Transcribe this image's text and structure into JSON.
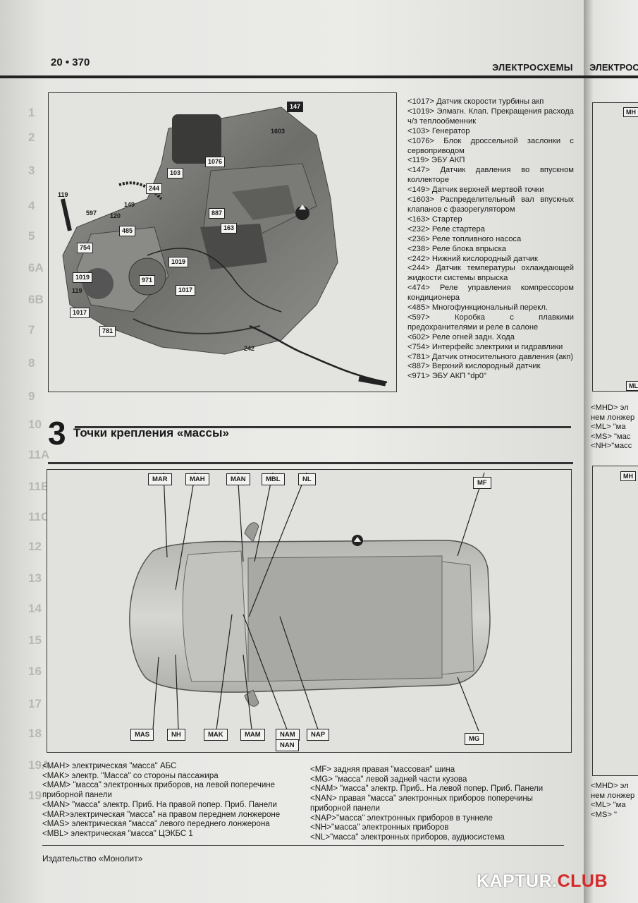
{
  "header": {
    "page_number": "20 • 370",
    "section": "ЭЛЕКТРОСХЕМЫ"
  },
  "engine_tags": [
    "147",
    "1603",
    "1076",
    "103",
    "244",
    "149",
    "119",
    "597",
    "120",
    "887",
    "485",
    "163",
    "754",
    "1019",
    "971",
    "1019",
    "119",
    "1017",
    "1017",
    "781",
    "242"
  ],
  "engine_legend": [
    "<1017> Датчик скорости турбины акп",
    "<1019> Элмагн. Клап. Прекращения расхода ч/з теплообменник",
    "<103> Генератор",
    "<1076> Блок дроссельной заслонки с сервоприводом",
    "<119> ЭБУ АКП",
    "<147> Датчик давления во впускном коллекторе",
    "<149> Датчик верхней мертвой точки",
    "<1603> Распределительный вал впускных клапанов с фазорегулятором",
    "<163> Стартер",
    "<232> Реле стартера",
    "<236> Реле топливного насоса",
    "<238> Реле блока впрыска",
    "<242> Нижний кислородный датчик",
    "<244> Датчик температуры охлаждающей жидкости системы впрыска",
    "<474> Реле управления компрессором кондиционера",
    "<485> Многофункциональный перекл.",
    "<597> Коробка с плавкими предохранителями и реле в салоне",
    "<602> Реле огней задн. Хода",
    "<754> Интерфейс электрики и гидравлики",
    "<781> Датчик относительного давления (акп)",
    "<887> Верхний кислородный датчик",
    "<971> ЭБУ АКП \"dp0\""
  ],
  "section": {
    "number": "3",
    "title": "Точки крепления «массы»"
  },
  "ground_labels": {
    "top": [
      "MAR",
      "MAH",
      "MAN",
      "MBL",
      "NL",
      "MF"
    ],
    "bottom": [
      "MAS",
      "NH",
      "MAK",
      "MAM",
      "NAM",
      "NAN",
      "NAP",
      "MG"
    ]
  },
  "legend_left": [
    "<MAH> электрическая \"масса\" АБС",
    "<MAK> электр. \"Масса\" со стороны пассажира",
    "<MAM> \"масса\" электронных приборов, на левой поперечине приборной панели",
    "<MAN> \"масса\" электр. Приб. На правой попер. Приб. Панели",
    "<MAR>электрическая \"масса\" на правом переднем лонжероне",
    "<MAS> электрическая \"масса\" левого переднего лонжерона",
    "<MBL> электрическая \"масса\" ЦЭКБС 1"
  ],
  "legend_right": [
    "<MF> задняя правая \"массовая\" шина",
    "<MG> \"масса\" левой задней части кузова",
    "<NAM> \"масса\" электр. Приб.. На левой попер. Приб. Панели",
    "<NAN> правая \"масса\" электронных приборов поперечины приборной панели",
    "<NAP>\"масса\" электронных приборов в туннеле",
    "<NH>\"масса\" электронных приборов",
    "<NL>\"масса\" электронных приборов, аудиосистема"
  ],
  "footer": {
    "publisher": "Издательство «Монолит»"
  },
  "watermark": {
    "part_a": "KAPTUR.",
    "part_b": "CLUB"
  },
  "next_page": {
    "title": "ЭЛЕКТРОСХЕ",
    "tags": [
      "MH",
      "ML",
      "MH"
    ],
    "text_a": [
      "<MHD> эл",
      "нем лонжер",
      "<ML> \"ма",
      "<MS> \"мас",
      "<NH>\"масс"
    ],
    "text_b": [
      "<MHD> эл",
      "нем лонжер",
      "<ML> \"ма",
      "<MS> \""
    ]
  },
  "side_numbers": [
    "1",
    "2",
    "3",
    "4",
    "5",
    "6A",
    "6B",
    "7",
    "8",
    "9",
    "10",
    "11A",
    "11B",
    "11C",
    "12",
    "13",
    "14",
    "15",
    "16",
    "17",
    "18",
    "19A",
    "19"
  ],
  "colors": {
    "ink": "#1a1a1a",
    "paper": "#ebebe8",
    "watermark_red": "#d42a2a"
  }
}
